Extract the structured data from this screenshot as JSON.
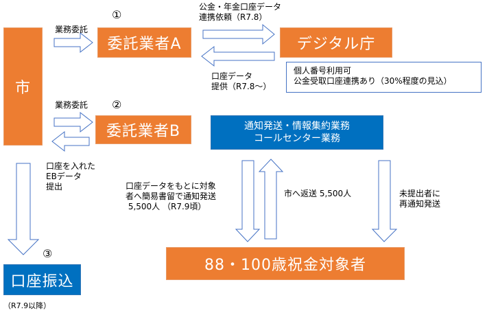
{
  "nodes": {
    "city": "市",
    "contractor_a": "委託業者A",
    "contractor_b": "委託業者B",
    "digital_agency": "デジタル庁",
    "notification_services": [
      "通知発送・情報集約業務",
      "コールセンター業務"
    ],
    "recipients": "88・100歳祝金対象者",
    "bank_transfer": "口座振込"
  },
  "markers": {
    "step1": "①",
    "step2": "②",
    "step3": "③"
  },
  "labels": {
    "outsource_a": "業務委託",
    "outsource_b": "業務委託",
    "data_request": [
      "公金・年金口座データ",
      "連携依頼（R7.8）"
    ],
    "data_provide": [
      "口座データ",
      "提供（R7.8～）"
    ],
    "digital_note": [
      "個人番号利用可",
      "公金受取口座連携あり（30%程度の見込）"
    ],
    "eb_data": [
      "口座を入れた",
      "EBデータ",
      "提出"
    ],
    "send_notice": [
      "口座データをもとに対象",
      "者へ簡易書留で通知発送",
      " 5,500人 （R7.9頃）"
    ],
    "return_city": "市へ返送 5,500人",
    "resend": [
      "未提出者に",
      "再通知発送"
    ],
    "transfer_date": "（R7.9以降）"
  },
  "colors": {
    "orange": "#ED7D31",
    "blue": "#0070C0",
    "arrow_stroke": "#4472C4"
  }
}
